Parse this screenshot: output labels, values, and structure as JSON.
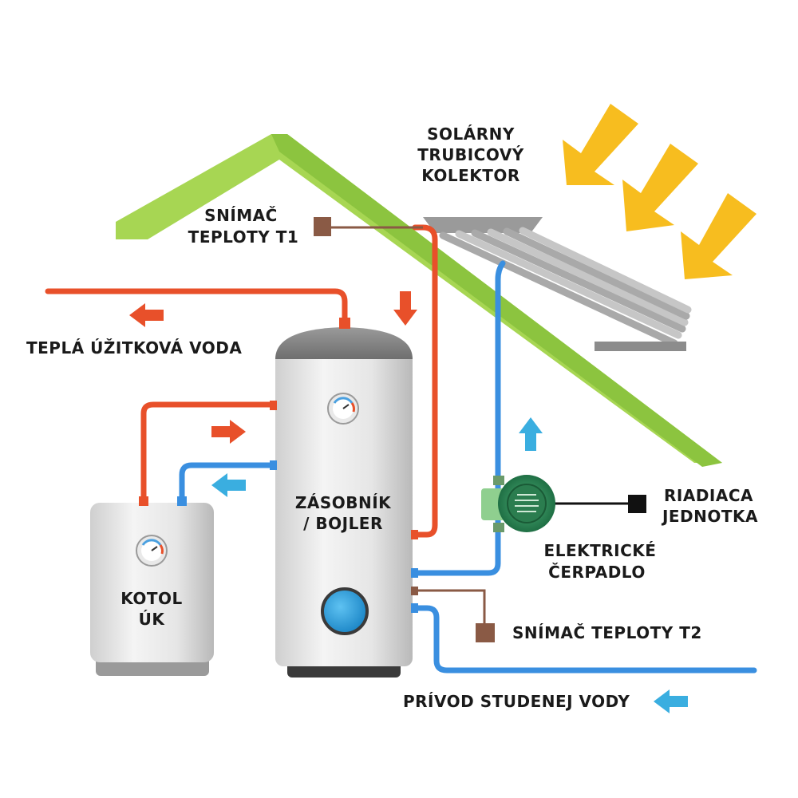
{
  "labels": {
    "collector_l1": "SOLÁRNY",
    "collector_l2": "TRUBICOVÝ",
    "collector_l3": "KOLEKTOR",
    "sensor_t1_l1": "SNÍMAČ",
    "sensor_t1_l2": "TEPLOTY T1",
    "hot_water": "TEPLÁ ÚŽITKOVÁ VODA",
    "tank_l1": "ZÁSOBNÍK",
    "tank_l2": "/ BOJLER",
    "boiler_l1": "KOTOL",
    "boiler_l2": "ÚK",
    "control_l1": "RIADIACA",
    "control_l2": "JEDNOTKA",
    "pump_l1": "ELEKTRICKÉ",
    "pump_l2": "ČERPADLO",
    "sensor_t2": "SNÍMAČ TEPLOTY T2",
    "cold_water": "PRÍVOD STUDENEJ VODY"
  },
  "colors": {
    "hot_pipe": "#e8502a",
    "cold_pipe": "#3a8fe0",
    "roof": "#9fd14e",
    "sun_arrow": "#f6b81c",
    "sensor": "#8a5a45",
    "pump": "#2e8b57"
  },
  "icons": {
    "thermometer": "gauge-icon",
    "arrows": "flow-arrow-icon",
    "sun": "sun-ray-arrow-icon"
  }
}
